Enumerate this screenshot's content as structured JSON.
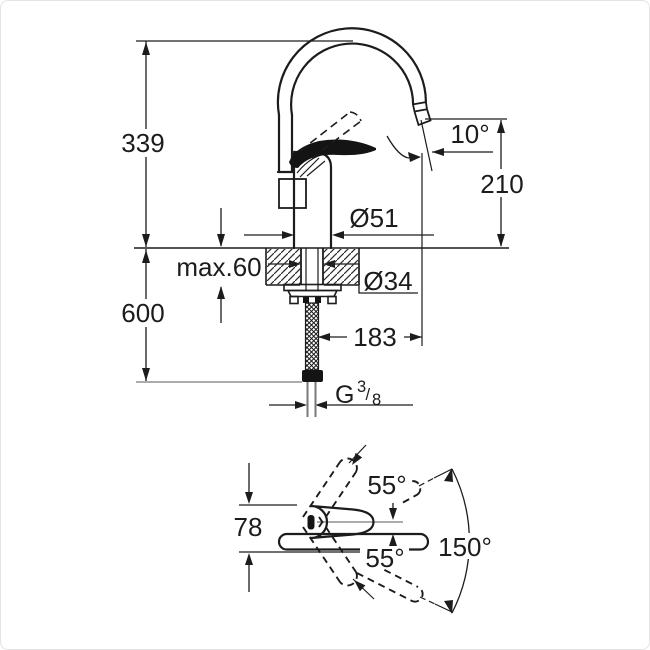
{
  "side_view": {
    "total_height": "339",
    "hose_length": "600",
    "deck_max_thickness": "max.60",
    "base_diameter": "Ø51",
    "shank_diameter": "Ø34",
    "spout_projection": "183",
    "spout_height": "210",
    "outlet_angle": "10°",
    "thread": {
      "prefix": "G",
      "numerator": "3",
      "slash": "/",
      "denominator": "8"
    }
  },
  "top_view": {
    "handle_depth": "78",
    "lever_swing_upper": "55°",
    "lever_swing_lower": "55°",
    "spout_swivel": "150°"
  }
}
